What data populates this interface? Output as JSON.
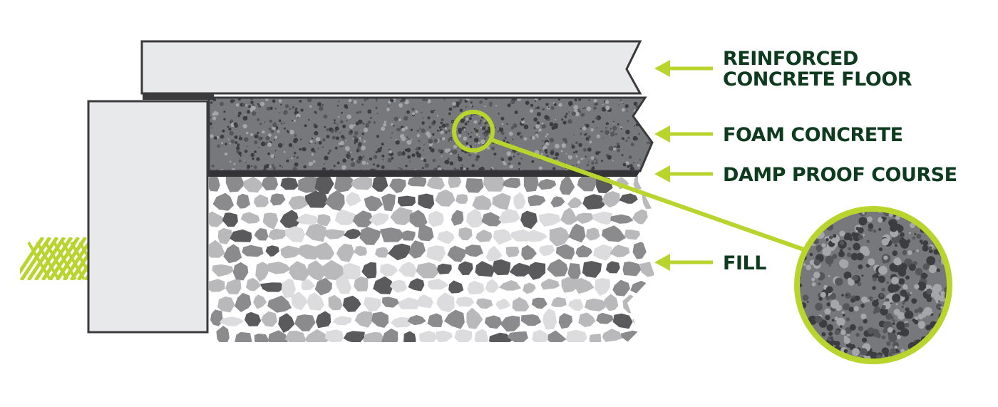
{
  "colors": {
    "accent": "#b9d42d",
    "label_text": "#0e3a1e",
    "outline": "#3a3a3c",
    "slab": "#e8e9ea",
    "foam": "#77787b",
    "dpc": "#333335",
    "stone_dark": "#5a5a5d",
    "stone_mid": "#8b8b8e",
    "stone_light": "#b9b9bc",
    "stone_pale": "#dcdcde"
  },
  "labels": {
    "reinforced_line1": "REINFORCED",
    "reinforced_line2": "CONCRETE FLOOR",
    "foam": "FOAM CONCRETE",
    "dpc": "DAMP PROOF COURSE",
    "fill": "FILL"
  },
  "icons": {
    "arrow": "left-arrow-icon",
    "ground": "ground-hatch-icon",
    "magnifier": "magnifier-circle-icon"
  }
}
